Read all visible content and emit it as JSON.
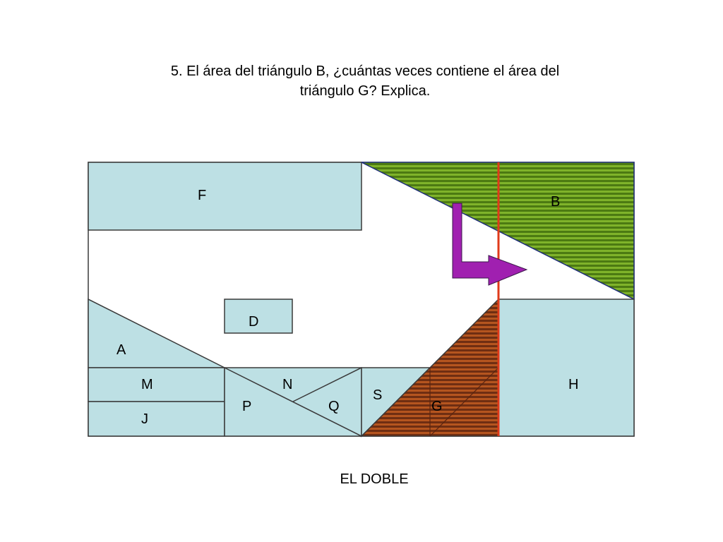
{
  "question": {
    "line1": "5. El área del triángulo B, ¿cuántas veces contiene el área del",
    "line2": "triángulo G? Explica."
  },
  "answer": "EL DOBLE",
  "labels": {
    "F": "F",
    "B": "B",
    "D": "D",
    "A": "A",
    "M": "M",
    "N": "N",
    "H": "H",
    "S": "S",
    "P": "P",
    "Q": "Q",
    "G": "G",
    "J": "J"
  },
  "colors": {
    "piece_fill": "#bde0e4",
    "piece_stroke": "#3a3a3a",
    "green_dark": "#4c7a12",
    "green_light": "#7fb32a",
    "brown_dark": "#6f2e12",
    "brown_light": "#b5551f",
    "red_line": "#e03a1a",
    "arrow": "#a020b0",
    "navy_edge": "#1f2f7a"
  }
}
